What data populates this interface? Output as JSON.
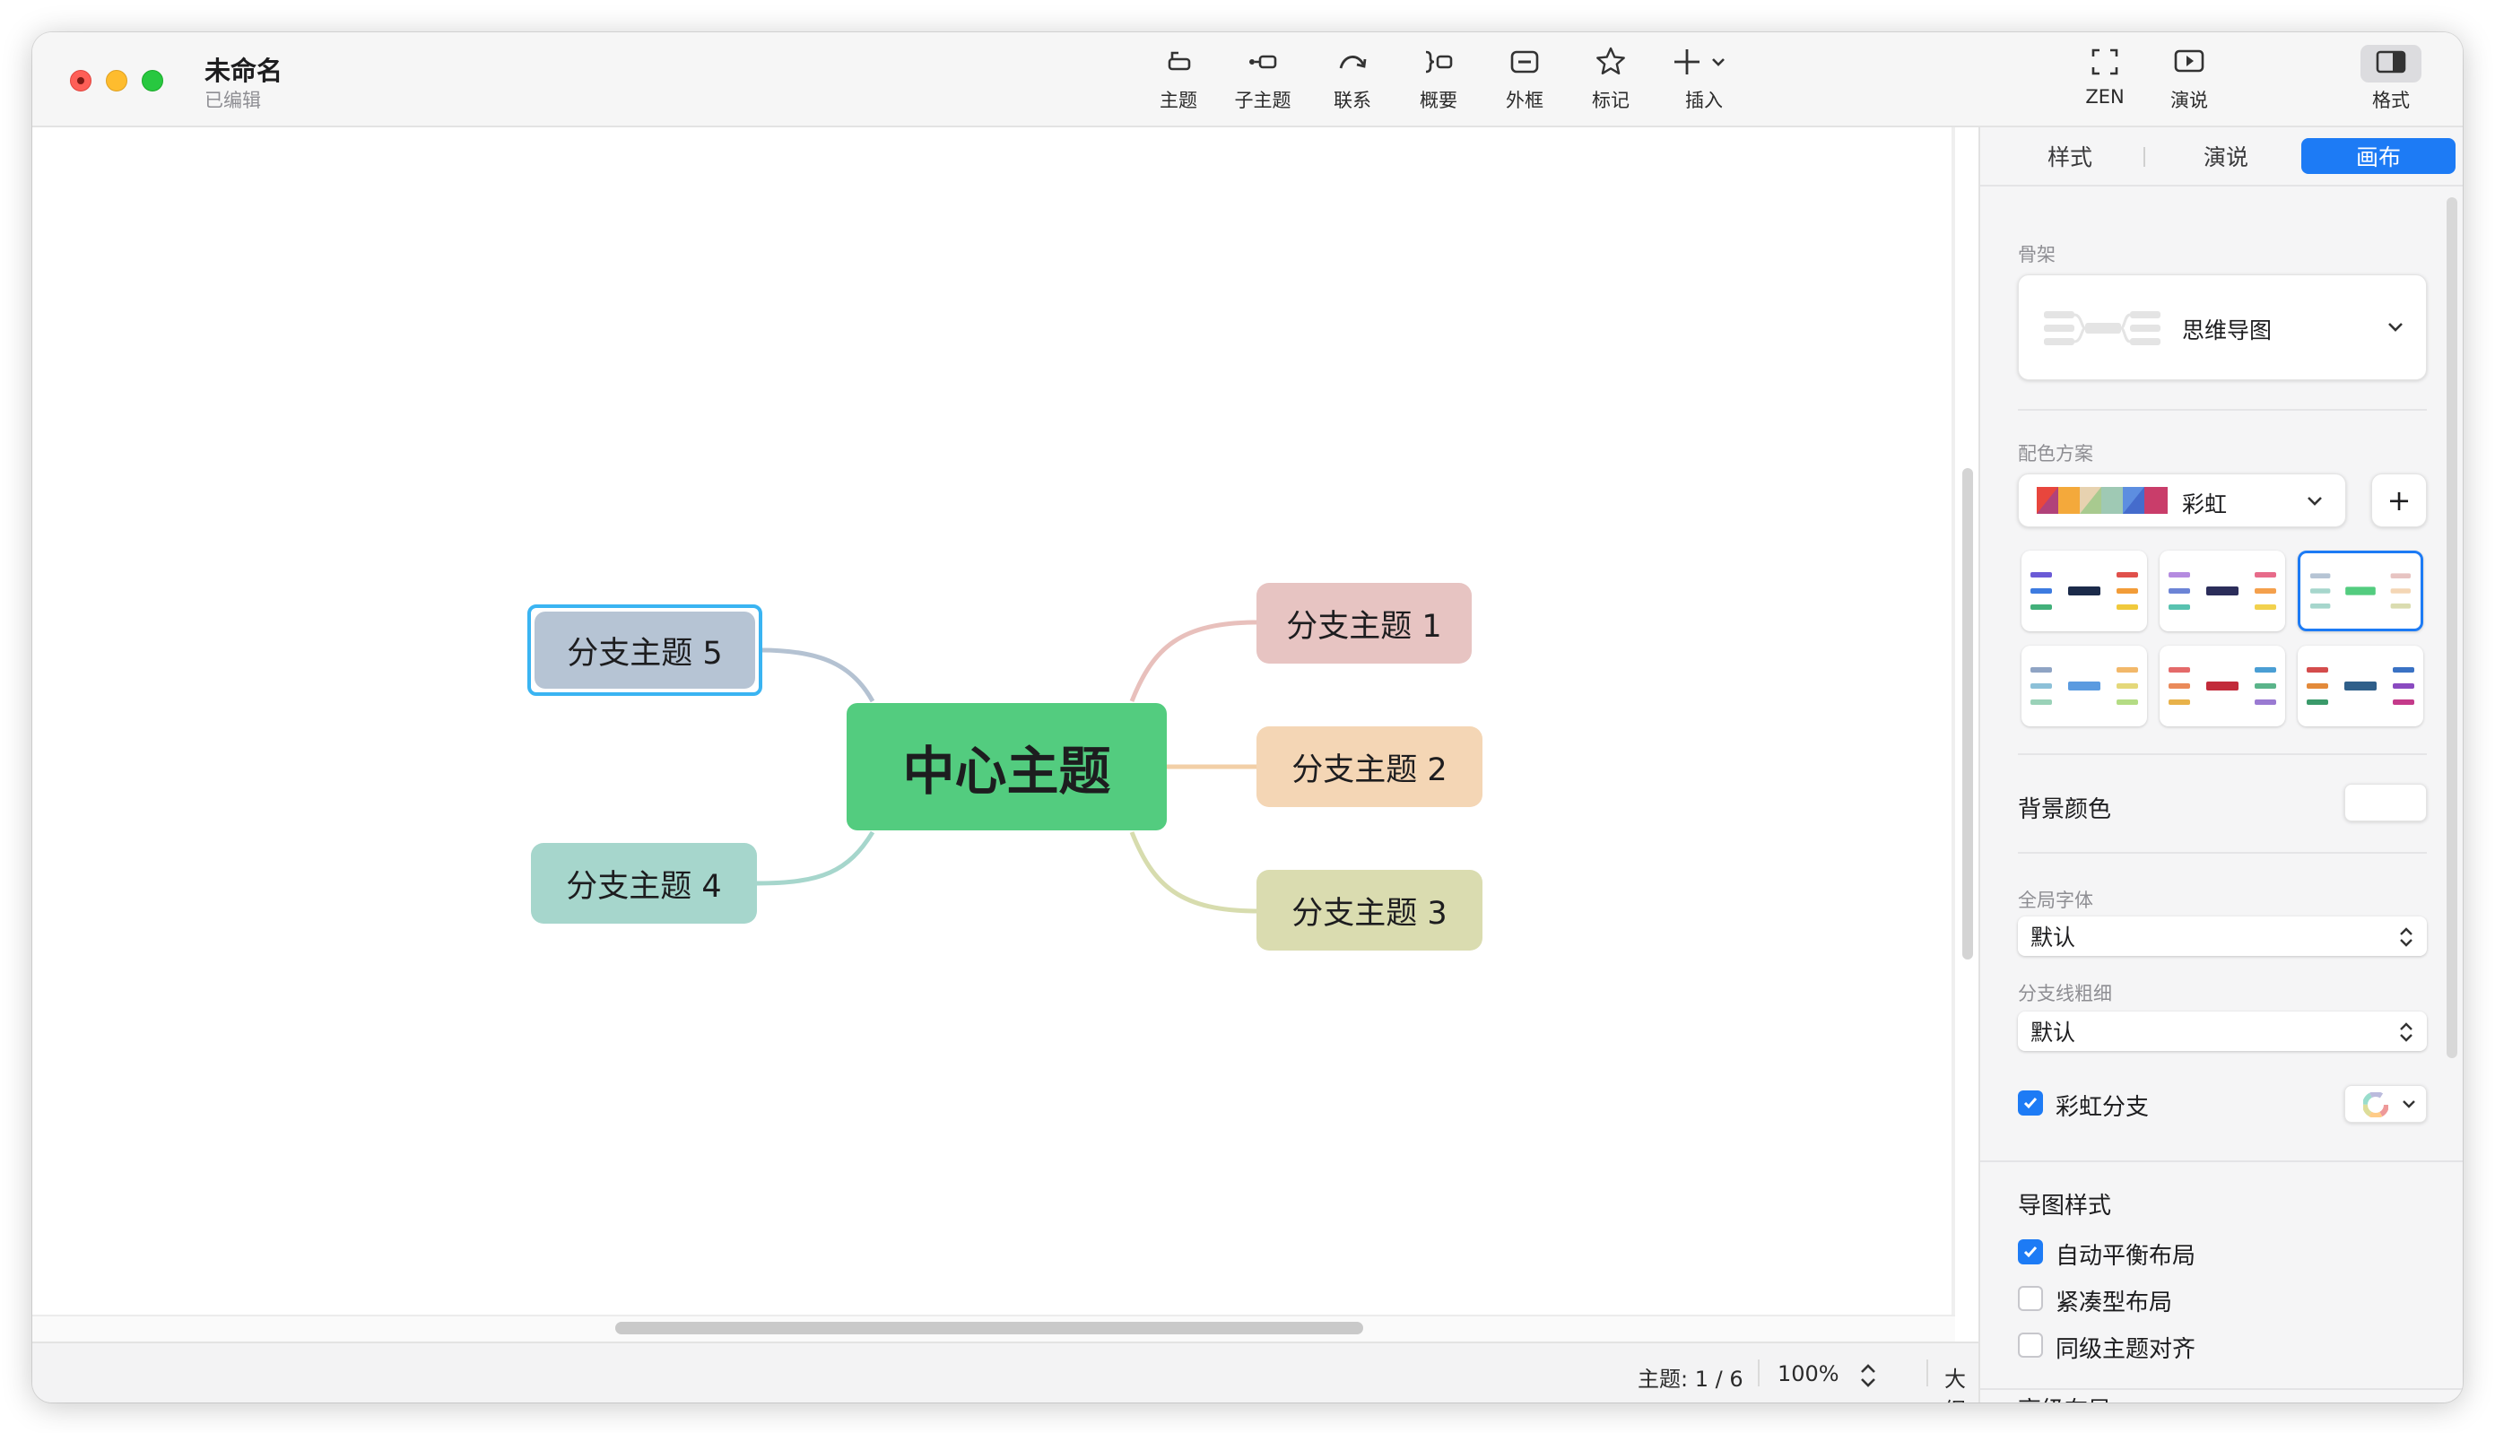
{
  "window": {
    "title": "未命名",
    "subtitle": "已编辑"
  },
  "toolbar": {
    "topic": "主题",
    "subtopic": "子主题",
    "relationship": "联系",
    "summary": "概要",
    "boundary": "外框",
    "marker": "标记",
    "insert": "插入",
    "zen": "ZEN",
    "pitch": "演说",
    "format": "格式"
  },
  "mindmap": {
    "central": {
      "label": "中心主题",
      "color": "#53cc7f"
    },
    "branches": [
      {
        "label": "分支主题 1",
        "color": "#e7c4c2",
        "line": "#e8c0bc"
      },
      {
        "label": "分支主题 2",
        "color": "#f4d6b5",
        "line": "#f2cfa7"
      },
      {
        "label": "分支主题 3",
        "color": "#dadcb0",
        "line": "#d7dcae"
      },
      {
        "label": "分支主题 4",
        "color": "#a6d6cc",
        "line": "#a6d6cc"
      },
      {
        "label": "分支主题 5",
        "color": "#b6c4d4",
        "line": "#b4c2d2",
        "selected": true
      }
    ]
  },
  "status": {
    "topics": "主题: 1 / 6",
    "zoom": "100%",
    "outline": "大纲"
  },
  "panel": {
    "tabs": [
      "样式",
      "演说",
      "画布"
    ],
    "active_tab": "画布",
    "structure": {
      "label": "骨架",
      "value": "思维导图"
    },
    "color_scheme": {
      "label": "配色方案",
      "value": "彩虹",
      "add": "+"
    },
    "background": {
      "label": "背景颜色"
    },
    "global_font": {
      "label": "全局字体",
      "value": "默认"
    },
    "branch_width": {
      "label": "分支线粗细",
      "value": "默认"
    },
    "rainbow_branch": {
      "label": "彩虹分支",
      "checked": true
    },
    "map_style": {
      "title": "导图样式",
      "options": [
        {
          "label": "自动平衡布局",
          "checked": true
        },
        {
          "label": "紧凑型布局",
          "checked": false
        },
        {
          "label": "同级主题对齐",
          "checked": false
        }
      ]
    },
    "next_section_partial": "高级布局"
  },
  "colors": {
    "accent": "#1d7bf5",
    "selection": "#3ab4f2"
  }
}
